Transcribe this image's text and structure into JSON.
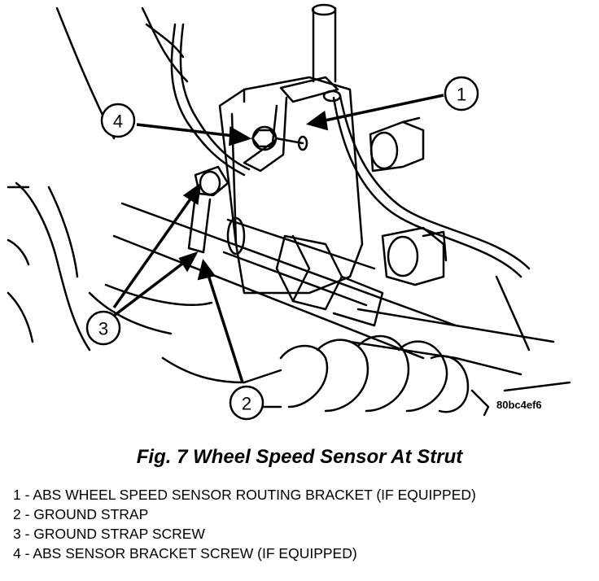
{
  "figure": {
    "code": "80bc4ef6",
    "callouts": [
      "1",
      "2",
      "3",
      "4"
    ]
  },
  "caption": "Fig. 7 Wheel Speed Sensor At Strut",
  "legend": [
    "1 - ABS WHEEL SPEED SENSOR ROUTING BRACKET (IF EQUIPPED)",
    "2 - GROUND STRAP",
    "3 - GROUND STRAP SCREW",
    "4 - ABS SENSOR BRACKET SCREW (IF EQUIPPED)"
  ]
}
